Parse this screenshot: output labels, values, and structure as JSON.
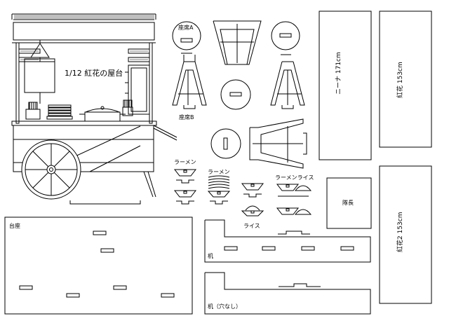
{
  "labels": {
    "cart_title": "1/12 紅花の屋台",
    "seat_a": "座席A",
    "seat_b": "座席B",
    "ramen_1": "ラーメン",
    "ramen_2": "ラーメン",
    "ramen_rice": "ラーメンライス",
    "rice": "ライス",
    "base": "台座",
    "desk": "机",
    "desk_no_hole": "机（穴なし）",
    "captain": "隊長",
    "nina": "ニーナ 171cm",
    "benihana": "紅花 153cm",
    "benihana2": "紅花2 153cm"
  }
}
